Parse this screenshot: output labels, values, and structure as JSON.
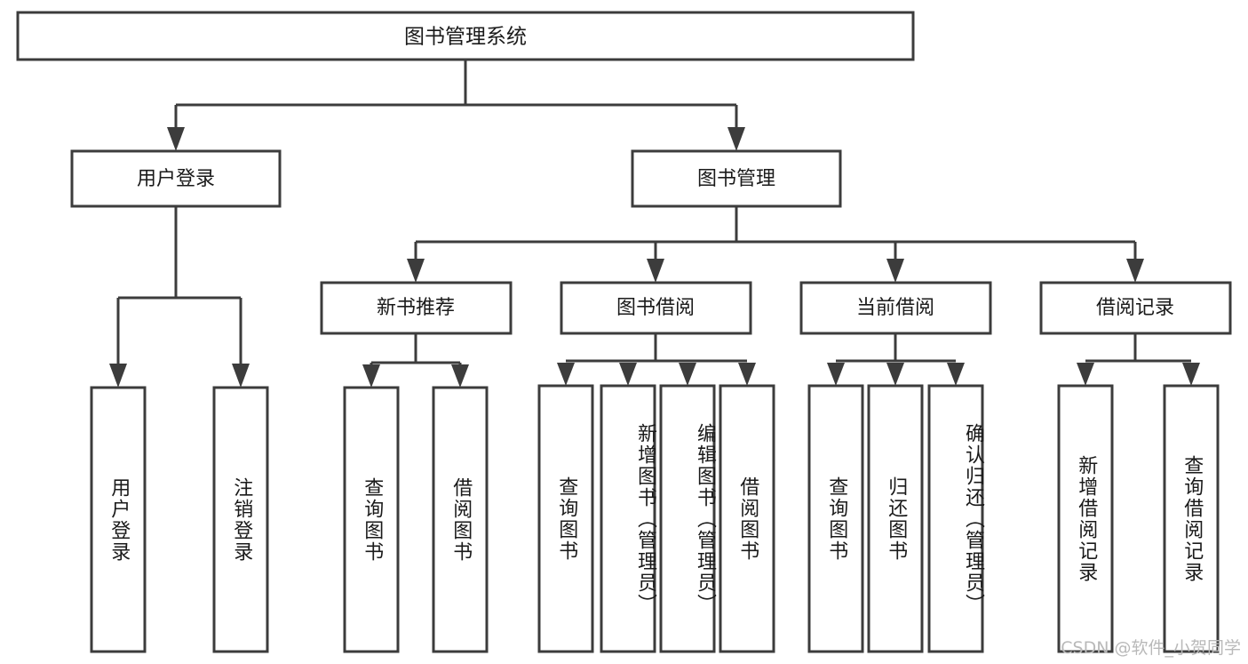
{
  "diagram": {
    "type": "tree",
    "title": "图书管理系统",
    "watermark": "CSDN @软件_小贺同学",
    "colors": {
      "stroke": "#3c3c3c",
      "box_fill": "#ffffff",
      "text": "#1a1a1a",
      "background": "#ffffff",
      "watermark": "#b9b9b9"
    },
    "root": {
      "label": "图书管理系统"
    },
    "level2": [
      {
        "label": "用户登录"
      },
      {
        "label": "图书管理"
      }
    ],
    "level3": [
      {
        "label": "新书推荐"
      },
      {
        "label": "图书借阅"
      },
      {
        "label": "当前借阅"
      },
      {
        "label": "借阅记录"
      }
    ],
    "leaves": {
      "user_login": [
        {
          "label": "用户登录"
        },
        {
          "label": "注销登录"
        }
      ],
      "new_book": [
        {
          "label": "查询图书"
        },
        {
          "label": "借阅图书"
        }
      ],
      "book_borrow": [
        {
          "label": "查询图书"
        },
        {
          "label": "新增图书（管理员）"
        },
        {
          "label": "编辑图书（管理员）"
        },
        {
          "label": "借阅图书"
        }
      ],
      "current_borrow": [
        {
          "label": "查询图书"
        },
        {
          "label": "归还图书"
        },
        {
          "label": "确认归还（管理员）"
        }
      ],
      "borrow_record": [
        {
          "label": "新增借阅记录"
        },
        {
          "label": "查询借阅记录"
        }
      ]
    }
  }
}
